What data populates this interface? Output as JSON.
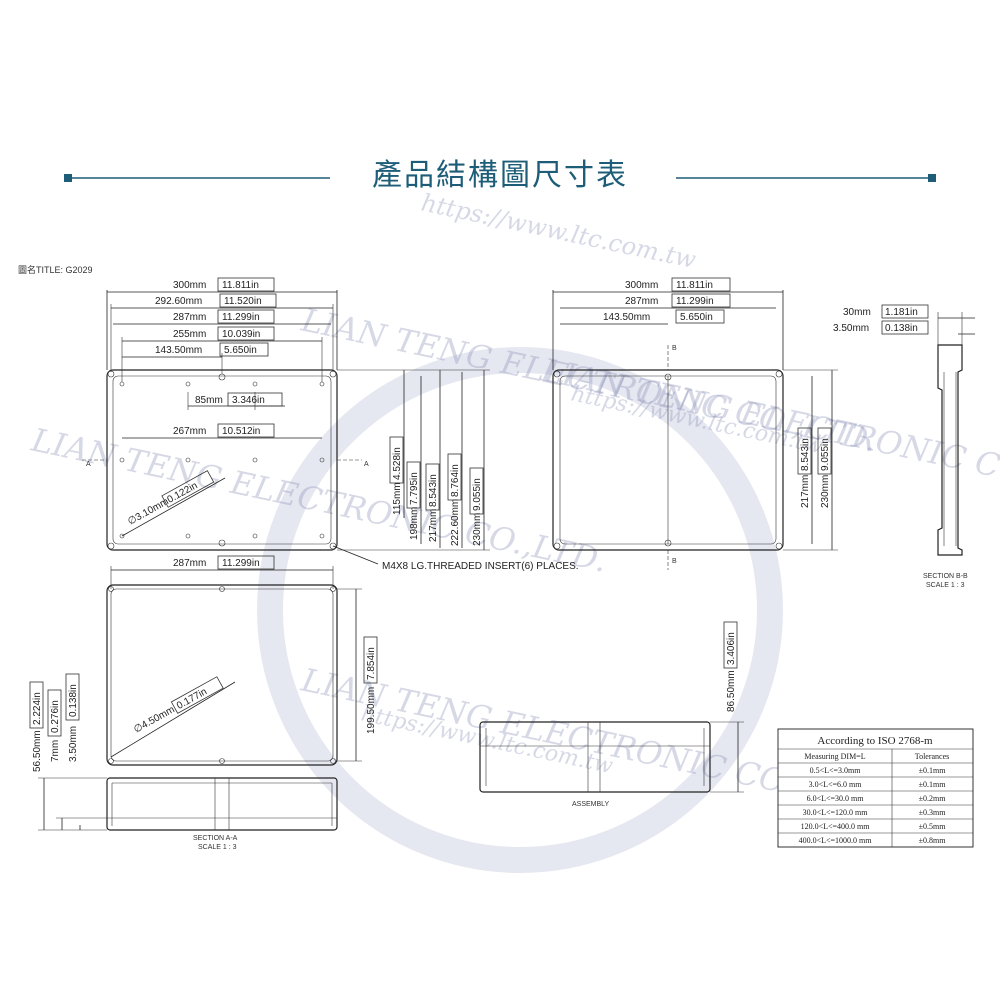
{
  "title": "產品結構圖尺寸表",
  "title_block": "圖名TITLE: G2029",
  "watermark": {
    "company": "LIAN TENG ELECTRONIC CO.,LTD.",
    "url": "https://www.ltc.com.tw"
  },
  "top_view": {
    "dims_h": [
      "300mm",
      "11.811in",
      "292.60mm",
      "11.520in",
      "287mm",
      "11.299in",
      "255mm",
      "10.039in",
      "143.50mm",
      "5.650in"
    ],
    "inner_85": [
      "85mm",
      "3.346in"
    ],
    "inner_267": [
      "267mm",
      "10.512in"
    ],
    "hole_dia": [
      "∅3.10mm",
      "0.122in"
    ],
    "dims_v": [
      "115mm",
      "4.528in",
      "198mm",
      "7.795in",
      "217mm",
      "8.543in",
      "222.60mm",
      "8.764in",
      "230mm",
      "9.055in"
    ],
    "section_mark": "A",
    "insert_note": "M4X8 LG.THREADED INSERT(6) PLACES."
  },
  "front_view": {
    "dims_h": [
      "300mm",
      "11.811in",
      "287mm",
      "11.299in",
      "143.50mm",
      "5.650in"
    ],
    "dims_v": [
      "217mm",
      "8.543in",
      "230mm",
      "9.055in"
    ],
    "section_mark": "B"
  },
  "side_view": {
    "dims_h": [
      "30mm",
      "1.181in",
      "3.50mm",
      "0.138in"
    ],
    "caption": [
      "SECTION B-B",
      "SCALE 1 : 3"
    ]
  },
  "bottom_view": {
    "dim_287": [
      "287mm",
      "11.299in"
    ],
    "dim_199": [
      "199.50mm",
      "7.854in"
    ],
    "hole_dia": [
      "∅4.50mm",
      "0.177in"
    ]
  },
  "section_aa": {
    "dims_v": [
      "56.50mm",
      "2.224in",
      "7mm",
      "0.276in",
      "3.50mm",
      "0.138in"
    ],
    "caption": [
      "SECTION A-A",
      "SCALE 1 : 3"
    ]
  },
  "assembly": {
    "dim": [
      "86.50mm",
      "3.406in"
    ],
    "caption": "ASSEMBLY"
  },
  "tolerance_table": {
    "title": "According to ISO 2768-m",
    "headers": [
      "Measuring DIM=L",
      "Tolerances"
    ],
    "rows": [
      [
        "0.5<L<=3.0mm",
        "±0.1mm"
      ],
      [
        "3.0<L<=6.0 mm",
        "±0.1mm"
      ],
      [
        "6.0<L<=30.0 mm",
        "±0.2mm"
      ],
      [
        "30.0<L<=120.0 mm",
        "±0.3mm"
      ],
      [
        "120.0<L<=400.0 mm",
        "±0.5mm"
      ],
      [
        "400.0<L<=1000.0 mm",
        "±0.8mm"
      ]
    ]
  }
}
